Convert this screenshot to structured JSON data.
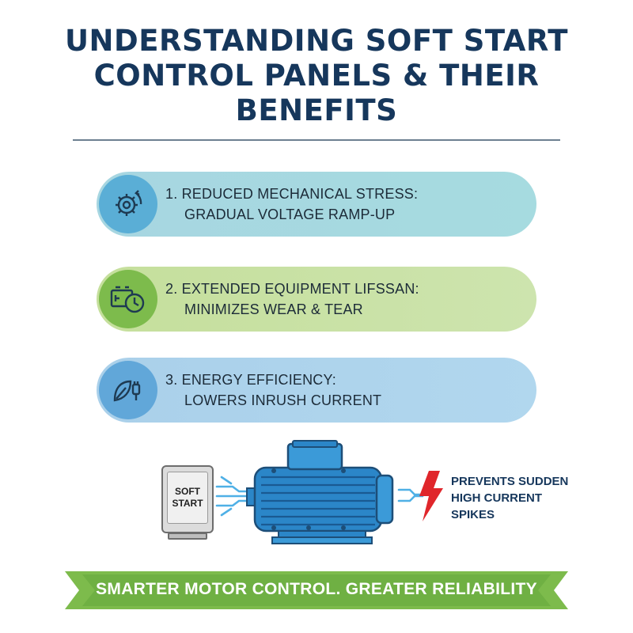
{
  "title": {
    "line1": "UNDERSTANDING SOFT START",
    "line2": "CONTROL PANELS & THEIR",
    "line3": "BENEFITS"
  },
  "benefits": [
    {
      "icon": "gear-cycle-icon",
      "line1": "1. REDUCED MECHANICAL STRESS:",
      "line2": "GRADUAL VOLTAGE RAMP-UP",
      "color": "#5aaed6"
    },
    {
      "icon": "battery-clock-icon",
      "line1": "2. EXTENDED EQUIPMENT LIFSSAN:",
      "line2": "MINIMIZES WEAR & TEAR",
      "color": "#7dbb4c"
    },
    {
      "icon": "leaf-plug-icon",
      "line1": "3. ENERGY EFFICIENCY:",
      "line2": "LOWERS INRUSH CURRENT",
      "color": "#61a7d9"
    }
  ],
  "illustration": {
    "soft_start_label_line1": "SOFT",
    "soft_start_label_line2": "START",
    "spikes_line1": "PREVENTS SUDDEN",
    "spikes_line2": "HIGH CURRENT",
    "spikes_line3": "SPIKES"
  },
  "banner": {
    "text": "SMARTER MOTOR CONTROL. GREATER RELIABILITY",
    "color": "#7dbb4c"
  },
  "colors": {
    "title": "#16375c",
    "motor": "#2b86c8",
    "bolt": "#e0262b"
  }
}
